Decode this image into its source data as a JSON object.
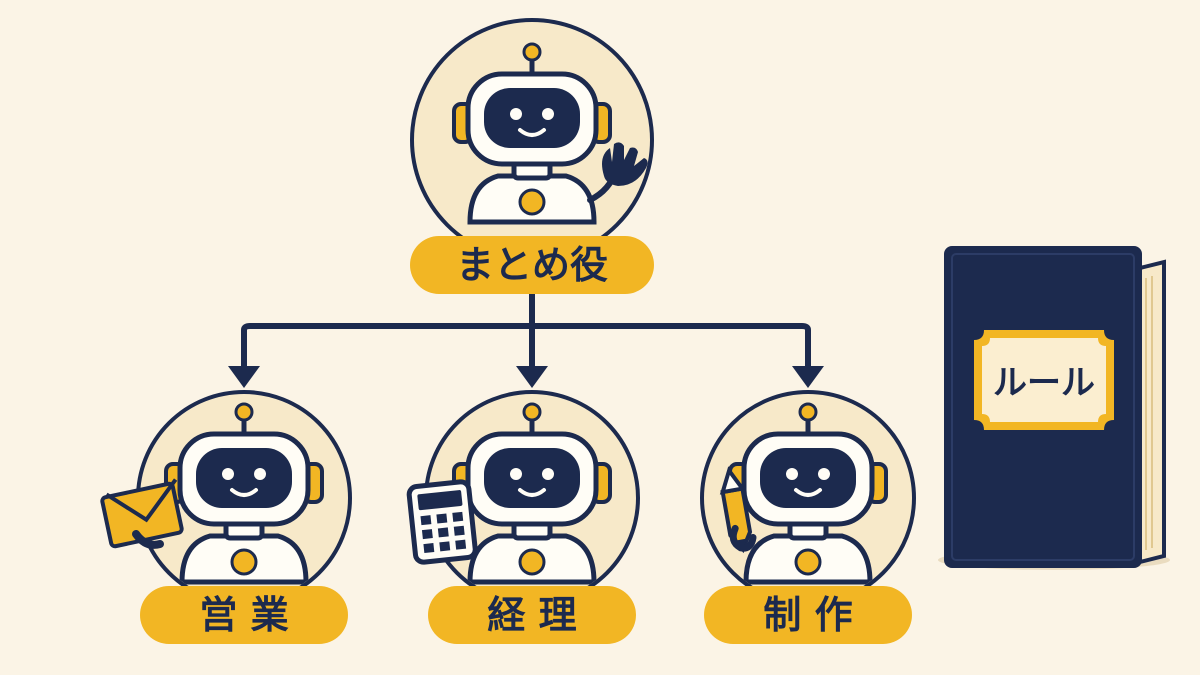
{
  "roles": {
    "leader": "まとめ役",
    "sales": "営 業",
    "accounting": "経 理",
    "production": "制 作"
  },
  "rulebook": {
    "title": "ルール"
  },
  "colors": {
    "background": "#fbf4e6",
    "navy": "#1c2a4e",
    "accent_yellow": "#f2b624",
    "circle_fill": "#f7e9c9",
    "robot_white": "#fffdf6"
  }
}
